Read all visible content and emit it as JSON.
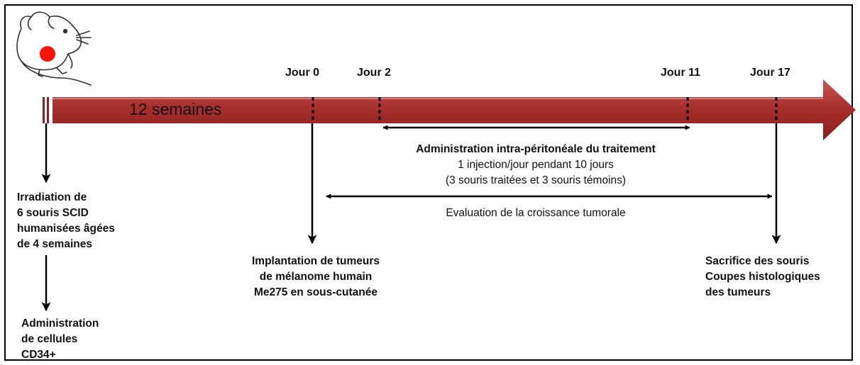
{
  "colors": {
    "arrow_top": "#c65a58",
    "arrow_mid": "#a82f2c",
    "arrow_bottom": "#8a1f1d",
    "tumor_dot": "#ff1200",
    "text": "#111111"
  },
  "icons": [
    "mouse-icon"
  ],
  "timeline": {
    "duration_label": "12 semaines",
    "days": [
      {
        "label": "Jour 0"
      },
      {
        "label": "Jour 2"
      },
      {
        "label": "Jour 11"
      },
      {
        "label": "Jour 17"
      }
    ]
  },
  "spans": {
    "treatment": {
      "title": "Administration intra-péritonéale du traitement",
      "line2": "1 injection/jour pendant 10 jours",
      "line3": "(3 souris traitées et 3 souris témoins)"
    },
    "growth": {
      "label": "Evaluation de la croissance tumorale"
    }
  },
  "steps": {
    "irradiation": {
      "lines": [
        "Irradiation de",
        "6 souris SCID",
        "humanisées âgées",
        "de 4 semaines"
      ]
    },
    "cd34": {
      "lines": [
        "Administration",
        "de cellules",
        "CD34+"
      ]
    },
    "implantation": {
      "title": "Implantation de tumeurs",
      "line2": "de mélanome humain",
      "line3": "Me275 en sous-cutanée"
    },
    "sacrifice": {
      "title": "Sacrifice des souris",
      "line2": "Coupes histologiques",
      "line3": "des tumeurs"
    }
  }
}
